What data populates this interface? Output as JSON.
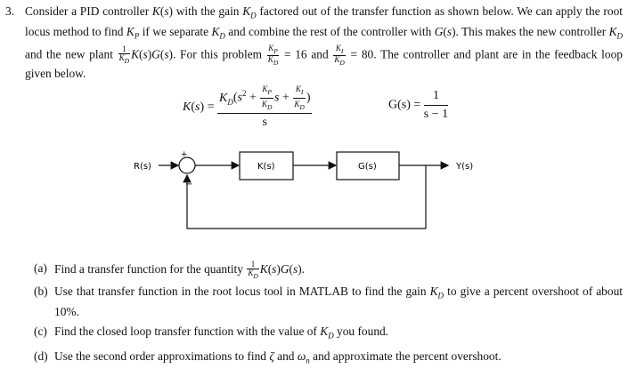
{
  "problem": {
    "number": "3.",
    "s1": "Consider a PID controller",
    "s2": "with the gain",
    "s3": "factored out of the transfer function as shown below. We can apply the root locus method to find",
    "s4": "if we separate",
    "s5": "and combine the rest of the controller with",
    "s6": ". This makes the new controller",
    "s7": "and the new plant",
    "s8": ". For this problem",
    "s9": "= 16 and",
    "s10": "= 80. The controller and plant are in the feedback loop given below."
  },
  "equations": {
    "K_lhs": "K(s) =",
    "K_num": "K_D(s² + K_P/K_D s + K_I/K_D)",
    "K_den": "s",
    "G_lhs": "G(s) =",
    "G_num": "1",
    "G_den": "s − 1"
  },
  "diagram": {
    "input_label": "R(s)",
    "output_label": "Y(s)",
    "plus_sign": "+",
    "minus_sign": "−",
    "controller_block": "K(s)",
    "plant_block": "G(s)"
  },
  "parts": [
    {
      "label": "(a)",
      "text": "Find a transfer function for the quantity (1/K_D) K(s)G(s)."
    },
    {
      "label": "(b)",
      "text": "Use that transfer function in the root locus tool in MATLAB to find the gain K_D to give a percent overshoot of about 10%."
    },
    {
      "label": "(c)",
      "text": "Find the closed loop transfer function with the value of K_D you found."
    },
    {
      "label": "(d)",
      "text": "Use the second order approximations to find ζ and ω_n and approximate the percent overshoot."
    }
  ]
}
